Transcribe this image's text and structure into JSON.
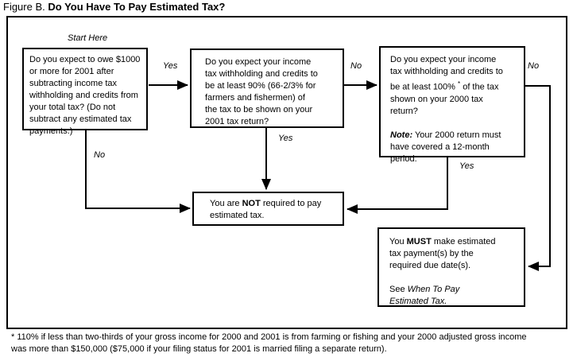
{
  "title": {
    "prefix": "Figure B. ",
    "main": "Do You Have To Pay Estimated Tax?"
  },
  "colors": {
    "line": "#000000",
    "background": "#ffffff"
  },
  "flowchart": {
    "start_label": "Start Here",
    "edge_labels": {
      "box1_yes": "Yes",
      "box1_no": "No",
      "box2_yes": "Yes",
      "box2_no": "No",
      "box3_yes": "Yes",
      "box3_no": "No"
    },
    "box1": {
      "text": "Do you expect to owe $1000\nor more for 2001 after\nsubtracting income tax\nwithholding and credits from\nyour total tax? (Do not\nsubtract any estimated tax\npayments.)"
    },
    "box2": {
      "text": "Do you expect your income\ntax withholding and credits to\nbe at least 90% (66-2/3% for\nfarmers and fishermen) of\nthe tax to be shown on your\n2001 tax return?"
    },
    "box3": {
      "q_pre": "Do you expect your income\ntax withholding and credits to\nbe at least 100% ",
      "q_sup": "*",
      "q_post": " of the tax\nshown on your 2000 tax\nreturn?",
      "note_label": "Note:",
      "note_text": " Your 2000 return must\nhave covered a 12-month\nperiod."
    },
    "not_box": {
      "pre": "You are ",
      "emph": "NOT",
      "post": " required to pay\nestimated tax."
    },
    "must_box": {
      "pre": "You ",
      "emph": "MUST",
      "post": " make estimated\ntax payment(s) by the\nrequired due date(s).",
      "see_pre": "See ",
      "see_italic": "When To Pay\nEstimated Tax."
    }
  },
  "footnote": "* 110% if less than two-thirds of your gross income for 2000 and 2001 is from farming or fishing and your 2000 adjusted gross income\nwas more than $150,000 ($75,000 if your filing status for 2001 is married filing a separate return)."
}
